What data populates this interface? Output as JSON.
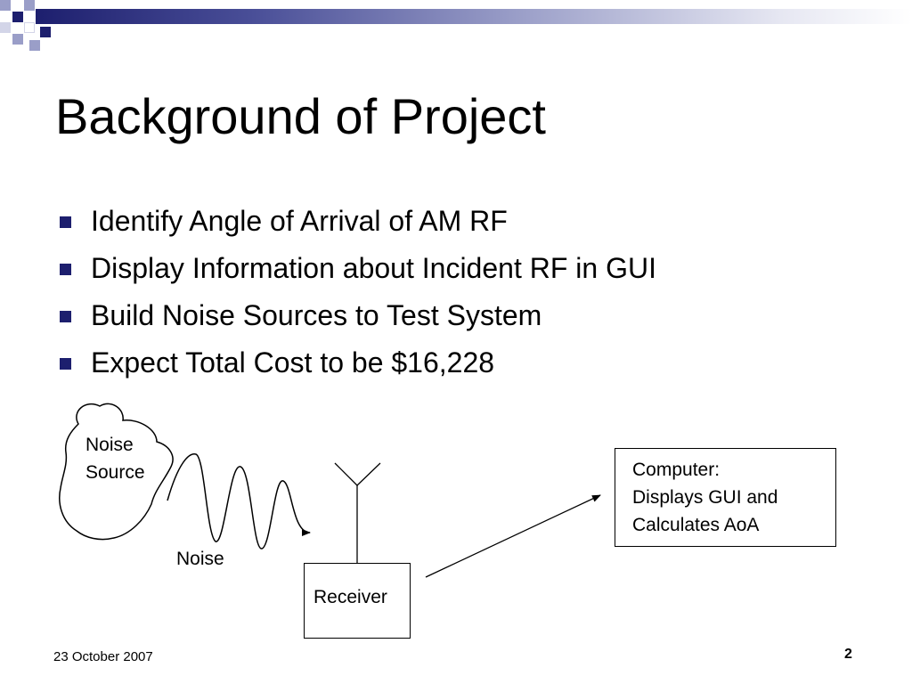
{
  "slide": {
    "title": "Background of Project",
    "bullets": [
      "Identify Angle of Arrival of AM RF",
      "Display Information about Incident RF in GUI",
      "Build Noise Sources to Test System",
      "Expect Total Cost to be $16,228"
    ]
  },
  "diagram": {
    "noise_source_line1": "Noise",
    "noise_source_line2": "Source",
    "noise_label": "Noise",
    "receiver_label": "Receiver",
    "computer_line1": "Computer:",
    "computer_line2": "Displays GUI and",
    "computer_line3": "Calculates AoA"
  },
  "footer": {
    "date": "23 October 2007",
    "page_number": "2"
  },
  "colors": {
    "accent": "#1d1f6e",
    "accent_light": "#9a9ec8"
  }
}
